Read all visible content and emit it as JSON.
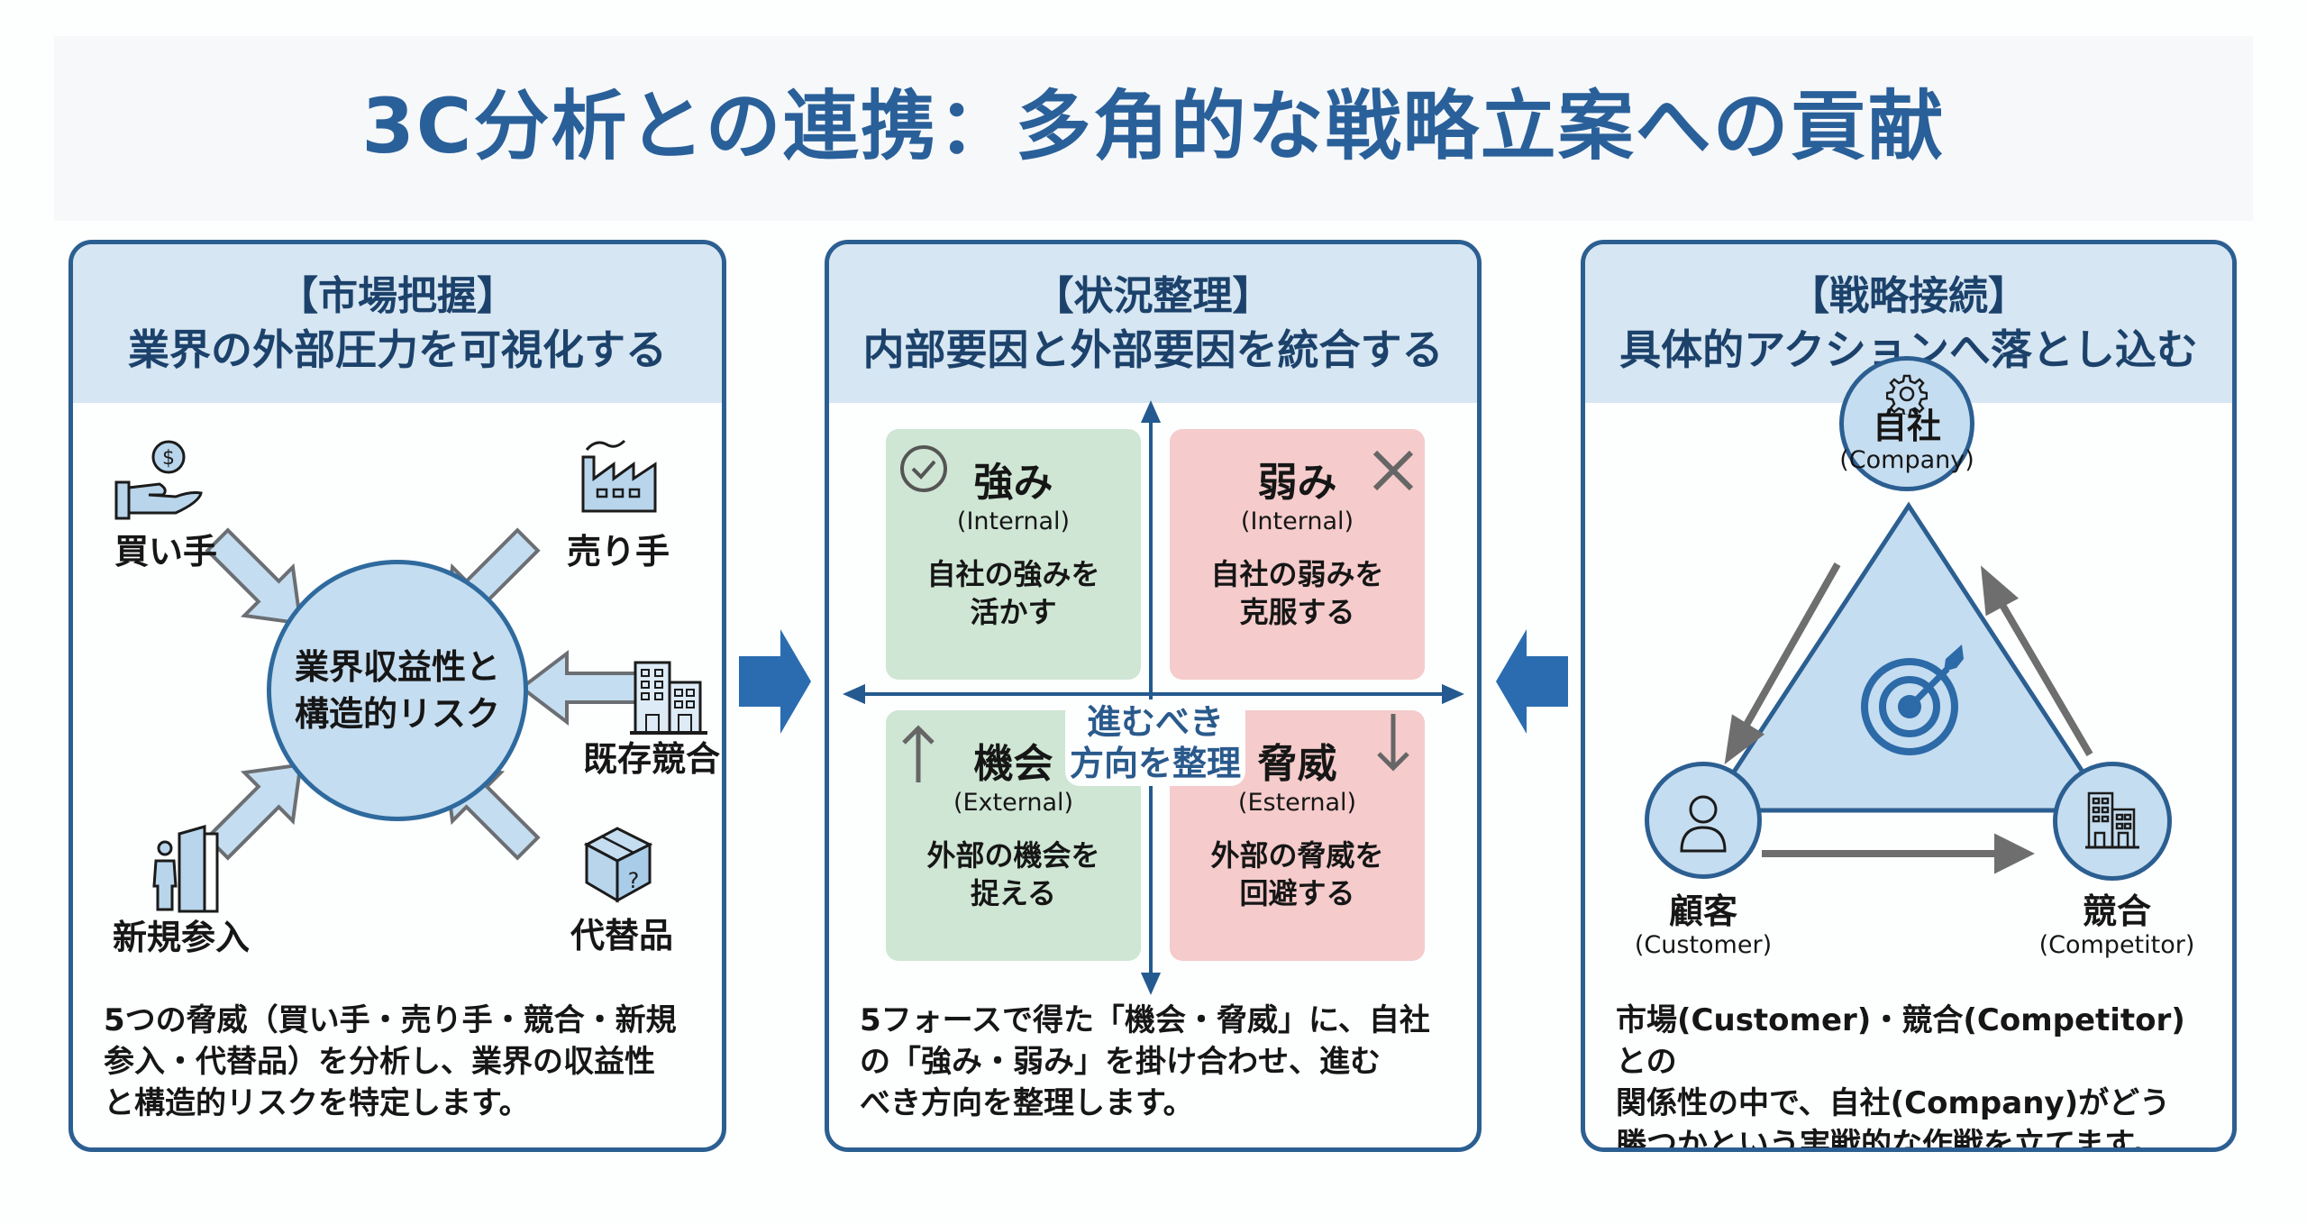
{
  "title": "3C分析との連携：多角的な戦略立案への貢献",
  "colors": {
    "primary": "#2A6099",
    "panel_border": "#2C5F91",
    "panel_header_bg": "#D6E6F2",
    "strength_opportunity_bg": "#CFE6D4",
    "weakness_threat_bg": "#F5CBCB",
    "connector_arrow": "#2B6CB0"
  },
  "panels": [
    {
      "tag": "【市場把握】",
      "subtitle": "業界の外部圧力を可視化する",
      "center_label": [
        "業界収益性と",
        "構造的リスク"
      ],
      "forces": [
        {
          "label": "買い手",
          "icon": "hand-coin-icon"
        },
        {
          "label": "売り手",
          "icon": "factory-icon"
        },
        {
          "label": "既存競合",
          "icon": "buildings-icon"
        },
        {
          "label": "新規参入",
          "icon": "person-door-icon"
        },
        {
          "label": "代替品",
          "icon": "box-question-icon"
        }
      ],
      "description": [
        "5つの脅威（買い手・売り手・競合・新規",
        "参入・代替品）を分析し、業界の収益性",
        "と構造的リスクを特定します。"
      ]
    },
    {
      "tag": "【状況整理】",
      "subtitle": "内部要因と外部要因を統合する",
      "quadrants": [
        {
          "title": "強み",
          "scope": "(Internal)",
          "desc": [
            "自社の強みを",
            "活かす"
          ],
          "icon": "check-circle-icon"
        },
        {
          "title": "弱み",
          "scope": "(Internal)",
          "desc": [
            "自社の弱みを",
            "克服する"
          ],
          "icon": "x-mark-icon"
        },
        {
          "title": "機会",
          "scope": "(External)",
          "desc": [
            "外部の機会を",
            "捉える"
          ],
          "icon": "arrow-up-icon"
        },
        {
          "title": "脅威",
          "scope": "(Esternal)",
          "desc": [
            "外部の脅威を",
            "回避する"
          ],
          "icon": "arrow-down-icon"
        }
      ],
      "center_label": [
        "進むべき",
        "方向を整理"
      ],
      "description": [
        "5フォースで得た「機会・脅威」に、自社",
        "の「強み・弱み」を掛け合わせ、進む",
        "べき方向を整理します。"
      ]
    },
    {
      "tag": "【戦略接続】",
      "subtitle": "具体的アクションへ落とし込む",
      "nodes": [
        {
          "jp": "自社",
          "en": "(Company)",
          "icon": "gear-icon"
        },
        {
          "jp": "顧客",
          "en": "(Customer)",
          "icon": "person-icon"
        },
        {
          "jp": "競合",
          "en": "(Competitor)",
          "icon": "buildings-icon"
        }
      ],
      "center_icon": "target-arrow-icon",
      "description": [
        "市場(Customer)・競合(Competitor)との",
        "関係性の中で、自社(Company)がどう",
        "勝つかという実戦的な作戦を立てます。"
      ]
    }
  ],
  "connectors": [
    {
      "direction": "right",
      "icon": "arrow-right-icon"
    },
    {
      "direction": "left",
      "icon": "arrow-left-icon"
    }
  ]
}
